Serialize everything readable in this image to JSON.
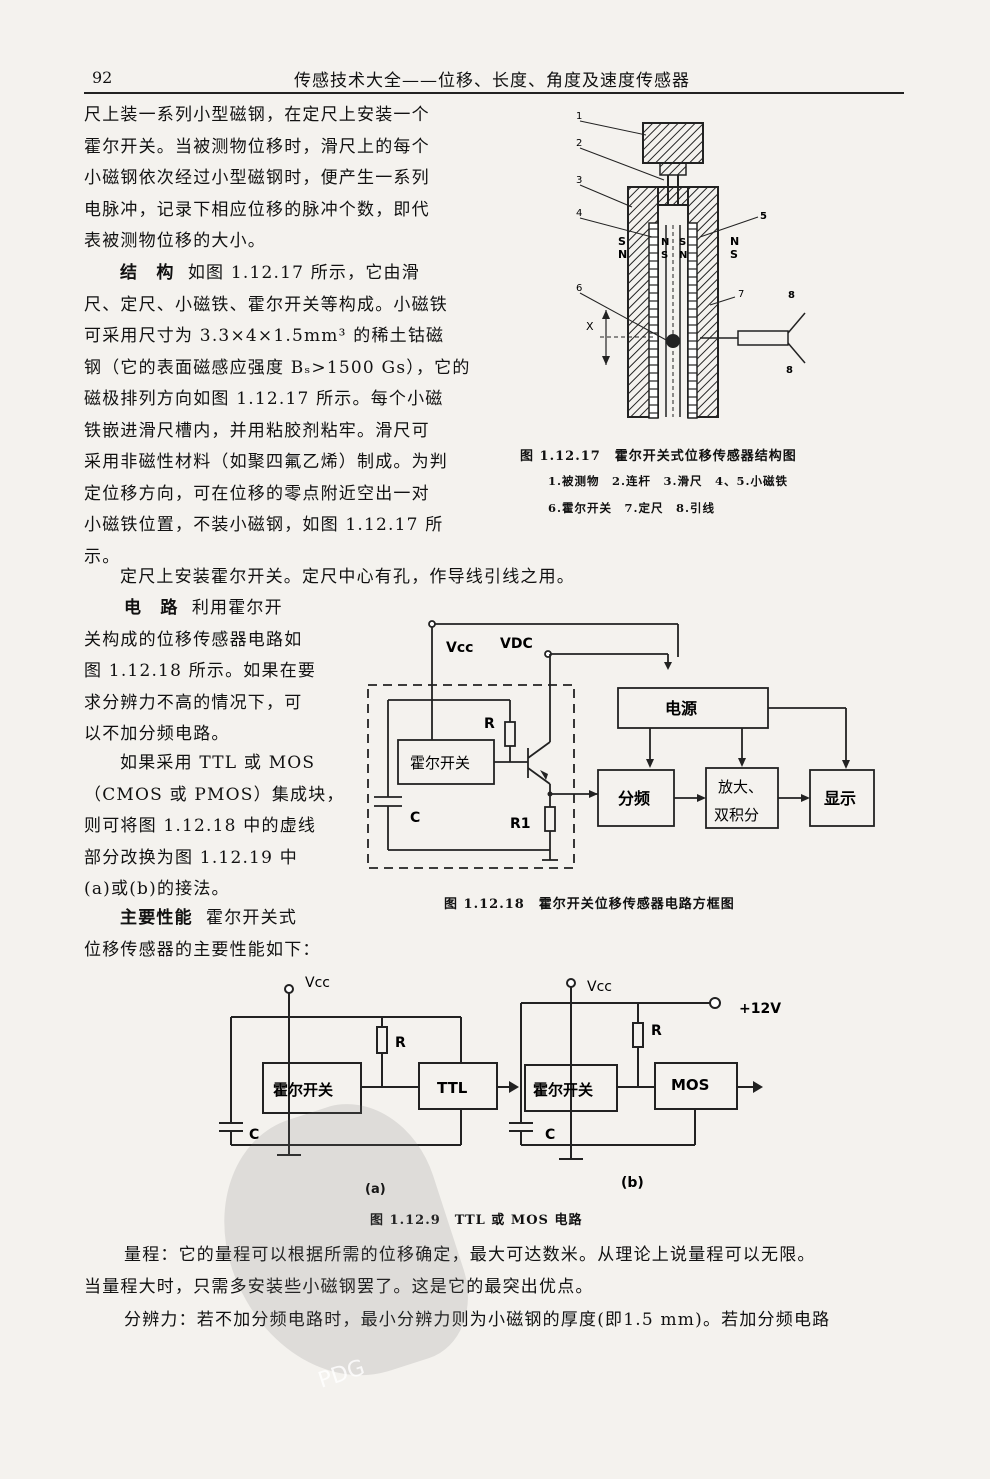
{
  "header": {
    "page_number": "92",
    "title": "传感技术大全——位移、长度、角度及速度传感器"
  },
  "para1": [
    "尺上装一系列小型磁钢，在定尺上安装一个",
    "霍尔开关。当被测物位移时，滑尺上的每个",
    "小磁钢依次经过小型磁钢时，便产生一系列",
    "电脉冲，记录下相应位移的脉冲个数，即代",
    "表被测物位移的大小。"
  ],
  "para2": {
    "heading": "结　构",
    "lines": [
      "如图 1.12.17 所示，它由滑",
      "尺、定尺、小磁铁、霍尔开关等构成。小磁铁",
      "可采用尺寸为 3.3×4×1.5mm³ 的稀土钴磁",
      "钢（它的表面磁感应强度 Bₛ>1500 Gs），它的",
      "磁极排列方向如图 1.12.17 所示。每个小磁",
      "铁嵌进滑尺槽内，并用粘胶剂粘牢。滑尺可",
      "采用非磁性材料（如聚四氟乙烯）制成。为判",
      "定位移方向，可在位移的零点附近空出一对",
      "小磁铁位置，不装小磁钢，如图 1.12.17 所",
      "示。"
    ]
  },
  "para3": "定尺上安装霍尔开关。定尺中心有孔，作导线引线之用。",
  "para4": {
    "heading": "电　路",
    "lines": [
      "利用霍尔开",
      "关构成的位移传感器电路如",
      "图 1.12.18 所示。如果在要",
      "求分辨力不高的情况下，可",
      "以不加分频电路。"
    ]
  },
  "para5": [
    "如果采用 TTL 或 MOS",
    "（CMOS 或 PMOS）集成块，",
    "则可将图 1.12.18 中的虚线",
    "部分改换为图 1.12.19 中",
    "(a)或(b)的接法。"
  ],
  "para6": {
    "heading": "主要性能",
    "lines": [
      "霍尔开关式",
      "位移传感器的主要性能如下："
    ]
  },
  "fig17": {
    "labels": [
      "1",
      "2",
      "3",
      "4",
      "5",
      "6",
      "7",
      "8",
      "8"
    ],
    "poles": [
      "S",
      "N",
      "N",
      "S",
      "S",
      "N",
      "N",
      "S"
    ],
    "xlabel": "X",
    "caption": "图 1.12.17　霍尔开关式位移传感器结构图",
    "legend1": "1.被测物　2.连杆　3.滑尺　4、5.小磁铁",
    "legend2": "6.霍尔开关　7.定尺　8.引线"
  },
  "fig18": {
    "vcc": "Vcc",
    "vdc": "VDC",
    "power": "电源",
    "hall": "霍尔开关",
    "divider": "分频",
    "amp1": "放大、",
    "amp2": "双积分",
    "display": "显示",
    "r": "R",
    "r1": "R1",
    "c": "C",
    "caption": "图 1.12.18　霍尔开关位移传感器电路方框图"
  },
  "fig19": {
    "vcc": "Vcc",
    "hall": "霍尔开关",
    "ttl": "TTL",
    "mos": "MOS",
    "plus12": "+12V",
    "r": "R",
    "c": "C",
    "label_a": "(a)",
    "label_b": "(b)",
    "caption": "图 1.12.9　TTL 或 MOS 电路"
  },
  "para7": [
    "量程：它的量程可以根据所需的位移确定，最大可达数米。从理论上说量程可以无限。",
    "当量程大时，只需多安装些小磁钢罢了。这是它的最突出优点。"
  ],
  "para8": "分辨力：若不加分频电路时，最小分辨力则为小磁钢的厚度(即1.5 mm)。若加分频电路",
  "watermark": "PDG"
}
